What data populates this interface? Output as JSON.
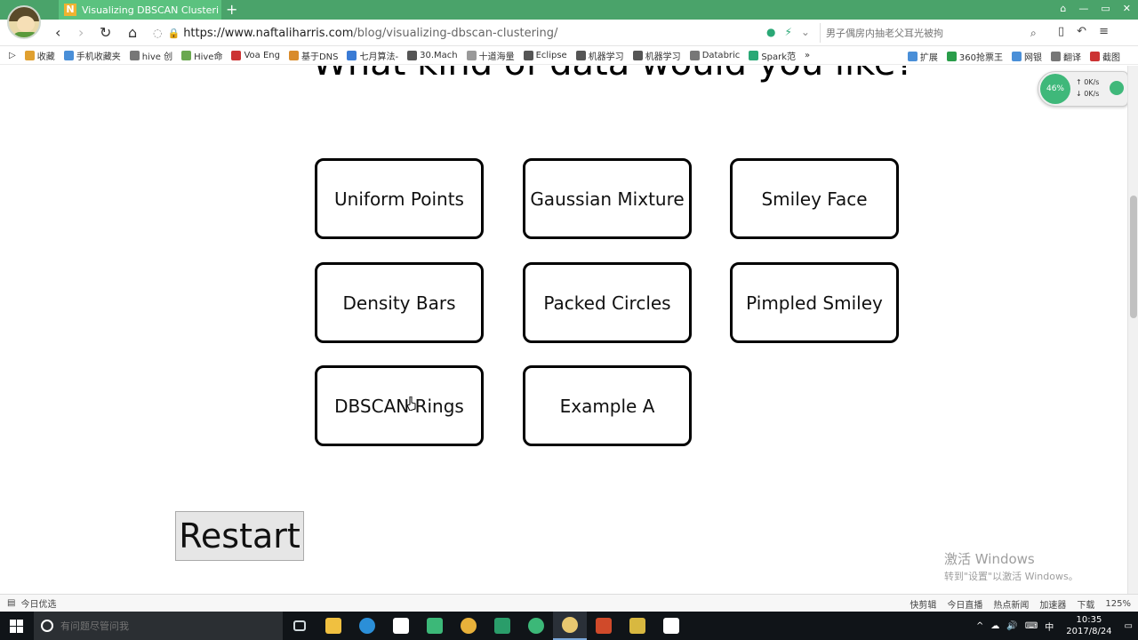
{
  "browser": {
    "tab_title": "Visualizing DBSCAN Clusteri",
    "tab_favicon_letter": "N",
    "new_tab": "+",
    "url_host": "https://www.naftaliharris.com",
    "url_path": "/blog/visualizing-dbscan-clustering/",
    "search_placeholder": "男子偶房内抽老父耳光被拘",
    "bookmarks": [
      {
        "label": "收藏",
        "color": "#e0a030"
      },
      {
        "label": "手机收藏夹",
        "color": "#4a8fd8"
      },
      {
        "label": "hive 创",
        "color": "#777777"
      },
      {
        "label": "Hive命",
        "color": "#6aa84f"
      },
      {
        "label": "Voa Eng",
        "color": "#cc3333"
      },
      {
        "label": "基于DNS",
        "color": "#d98b2b"
      },
      {
        "label": "七月算法-",
        "color": "#3a7bd5"
      },
      {
        "label": "30.Mach",
        "color": "#555555"
      },
      {
        "label": "十道海量",
        "color": "#999999"
      },
      {
        "label": "Eclipse",
        "color": "#555555"
      },
      {
        "label": "机器学习",
        "color": "#555555"
      },
      {
        "label": "机器学习",
        "color": "#555555"
      },
      {
        "label": "Databric",
        "color": "#777777"
      },
      {
        "label": "Spark范",
        "color": "#2aa876"
      },
      {
        "label": "»",
        "color": ""
      }
    ],
    "bookmarks_right": [
      {
        "label": "扩展",
        "color": "#4a8fd8"
      },
      {
        "label": "360抢票王",
        "color": "#2a9d4a"
      },
      {
        "label": "网银",
        "color": "#4a8fd8"
      },
      {
        "label": "翻译",
        "color": "#777777"
      },
      {
        "label": "截图",
        "color": "#cc3333"
      }
    ],
    "speed": {
      "ball": "46%",
      "up": "0K/s",
      "down": "0K/s"
    }
  },
  "page": {
    "heading": "What kind of data would you like?",
    "options": [
      {
        "label": "Uniform Points"
      },
      {
        "label": "Gaussian Mixture"
      },
      {
        "label": "Smiley Face"
      },
      {
        "label": "Density Bars"
      },
      {
        "label": "Packed Circles"
      },
      {
        "label": "Pimpled Smiley"
      },
      {
        "label": "DBSCAN Rings"
      },
      {
        "label": "Example A"
      }
    ],
    "restart_label": "Restart"
  },
  "watermark": {
    "line1": "激活 Windows",
    "line2": "转到\"设置\"以激活 Windows。"
  },
  "statusbar": {
    "left": "今日优选",
    "items": [
      "快剪辑",
      "今日直播",
      "热点新闻",
      "加速器",
      "下载",
      "125%"
    ]
  },
  "taskbar": {
    "search_placeholder": "有问题尽管问我",
    "apps": [
      {
        "name": "task-view",
        "color": "#cfd8dc"
      },
      {
        "name": "file-explorer",
        "color": "#f0c040"
      },
      {
        "name": "edge",
        "color": "#2b8fd8"
      },
      {
        "name": "store",
        "color": "#ffffff"
      },
      {
        "name": "app-green",
        "color": "#3cb878"
      },
      {
        "name": "app-chrome",
        "color": "#e8b13a"
      },
      {
        "name": "app-green2",
        "color": "#2a9d6a"
      },
      {
        "name": "app-360",
        "color": "#3cb878"
      },
      {
        "name": "app-active",
        "color": "#e8c870"
      },
      {
        "name": "app-powerpoint",
        "color": "#d04a2a"
      },
      {
        "name": "app-ide",
        "color": "#d8b840"
      },
      {
        "name": "app-console",
        "color": "#ffffff"
      }
    ],
    "ime": "中",
    "time": "10:35",
    "date": "2017/8/24"
  }
}
